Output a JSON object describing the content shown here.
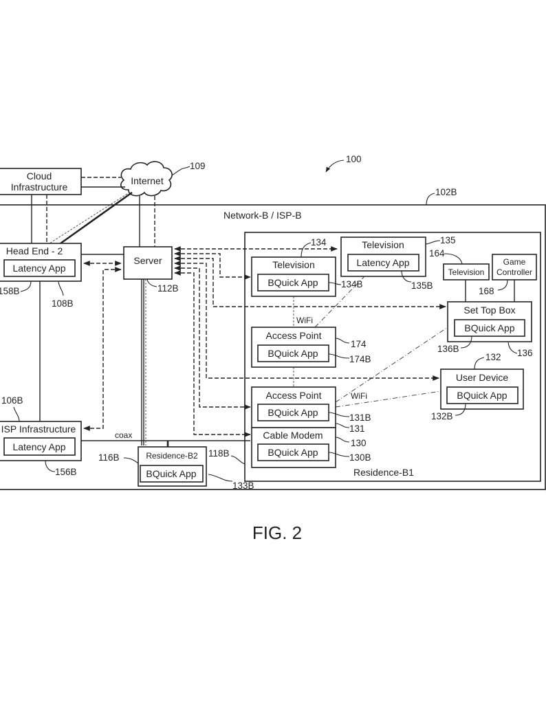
{
  "figure": {
    "label": "FIG. 2",
    "system_ref": "100"
  },
  "internet": {
    "label": "Internet",
    "ref": "109"
  },
  "cloud": {
    "label_line1": "Cloud",
    "label_line2": "Infrastructure"
  },
  "network": {
    "label": "Network-B / ISP-B",
    "ref": "102B"
  },
  "head_end": {
    "label": "Head End - 2",
    "app": "Latency App",
    "app_ref": "158B",
    "ref": "108B"
  },
  "server": {
    "label": "Server",
    "ref": "112B"
  },
  "isp_infra": {
    "label": "ISP Infrastructure",
    "app": "Latency App",
    "app_ref": "156B",
    "ref": "106B"
  },
  "coax_label": "coax",
  "residence_b2": {
    "label": "Residence-B2",
    "app": "BQuick App",
    "ref": "116B",
    "app_ref": "133B",
    "link_ref": "118B"
  },
  "residence_b1": {
    "label": "Residence-B1"
  },
  "tv_134": {
    "label": "Television",
    "app": "BQuick App",
    "ref": "134",
    "app_ref": "134B"
  },
  "tv_135": {
    "label": "Television",
    "app": "Latency App",
    "ref": "135",
    "app_ref": "135B"
  },
  "tv_164": {
    "label": "Television",
    "ref": "164"
  },
  "game_controller": {
    "label_line1": "Game",
    "label_line2": "Controller",
    "ref": "168"
  },
  "set_top_box": {
    "label": "Set Top Box",
    "app": "BQuick App",
    "ref": "136",
    "app_ref": "136B"
  },
  "access_point_174": {
    "label": "Access Point",
    "app": "BQuick App",
    "ref": "174",
    "app_ref": "174B"
  },
  "access_point_131": {
    "label": "Access Point",
    "app": "BQuick App",
    "ref": "131",
    "app_ref": "131B"
  },
  "cable_modem": {
    "label": "Cable Modem",
    "app": "BQuick App",
    "ref": "130",
    "app_ref": "130B"
  },
  "user_device": {
    "label": "User Device",
    "app": "BQuick App",
    "ref": "132",
    "app_ref": "132B"
  },
  "wifi_labels": [
    "WiFi",
    "WiFi"
  ]
}
